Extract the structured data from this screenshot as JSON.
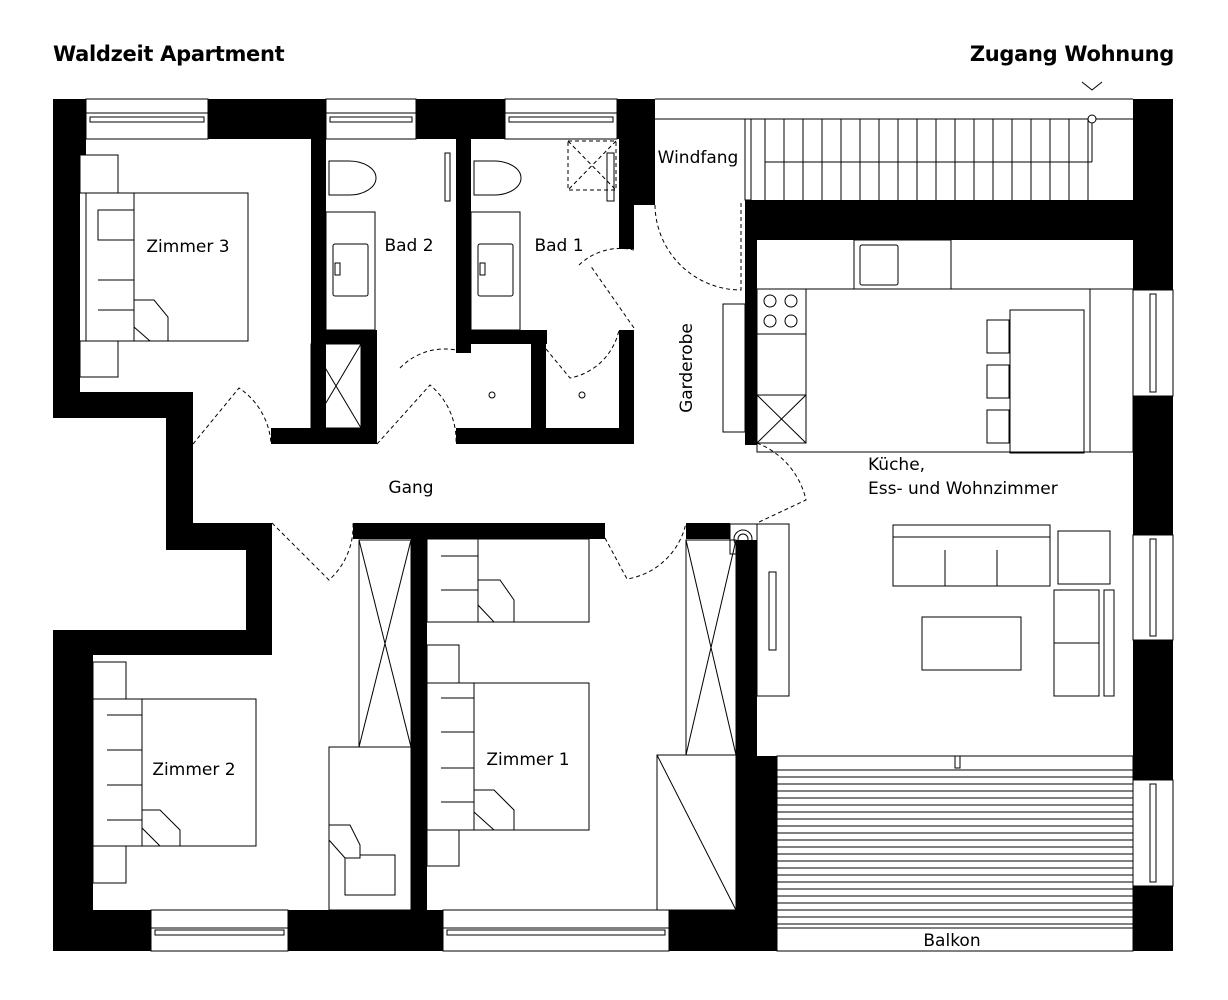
{
  "header": {
    "title": "Waldzeit Apartment",
    "entrance": "Zugang Wohnung"
  },
  "rooms": {
    "zimmer3": "Zimmer 3",
    "bad2": "Bad 2",
    "bad1": "Bad 1",
    "windfang": "Windfang",
    "garderobe": "Garderobe",
    "gang": "Gang",
    "kueche_line1": "Küche,",
    "kueche_line2": "Ess- und Wohnzimmer",
    "zimmer2": "Zimmer 2",
    "zimmer1": "Zimmer 1",
    "balkon": "Balkon"
  },
  "icons": {
    "entrance_marker": "chevron-down-icon"
  }
}
